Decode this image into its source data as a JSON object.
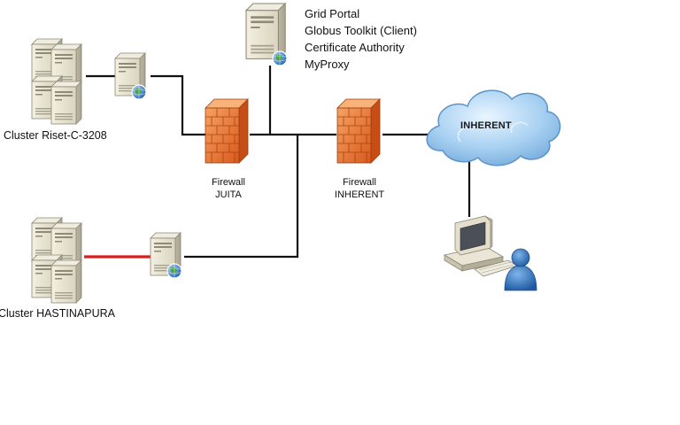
{
  "portal": {
    "lines": [
      "Grid Portal",
      "Globus Toolkit (Client)",
      "Certificate Authority",
      "MyProxy"
    ]
  },
  "clusters": {
    "riset": "Cluster Riset-C-3208",
    "hastinapura": "Cluster HASTINAPURA"
  },
  "firewalls": {
    "juita": {
      "line1": "Firewall",
      "line2": "JUITA"
    },
    "inherent": {
      "line1": "Firewall",
      "line2": "INHERENT"
    }
  },
  "cloud": {
    "label": "INHERENT"
  },
  "colors": {
    "line": "#111111",
    "red_link": "#d81e1e",
    "firewall": "#e8772e",
    "server": "#e7e3d2",
    "cloud": "#9ec9ee",
    "user": "#2d6db5"
  },
  "icons": {
    "server": "server-tower-icon",
    "globe": "globe-icon",
    "firewall": "firewall-icon",
    "cloud": "cloud-icon",
    "workstation": "workstation-icon",
    "user": "user-icon"
  }
}
